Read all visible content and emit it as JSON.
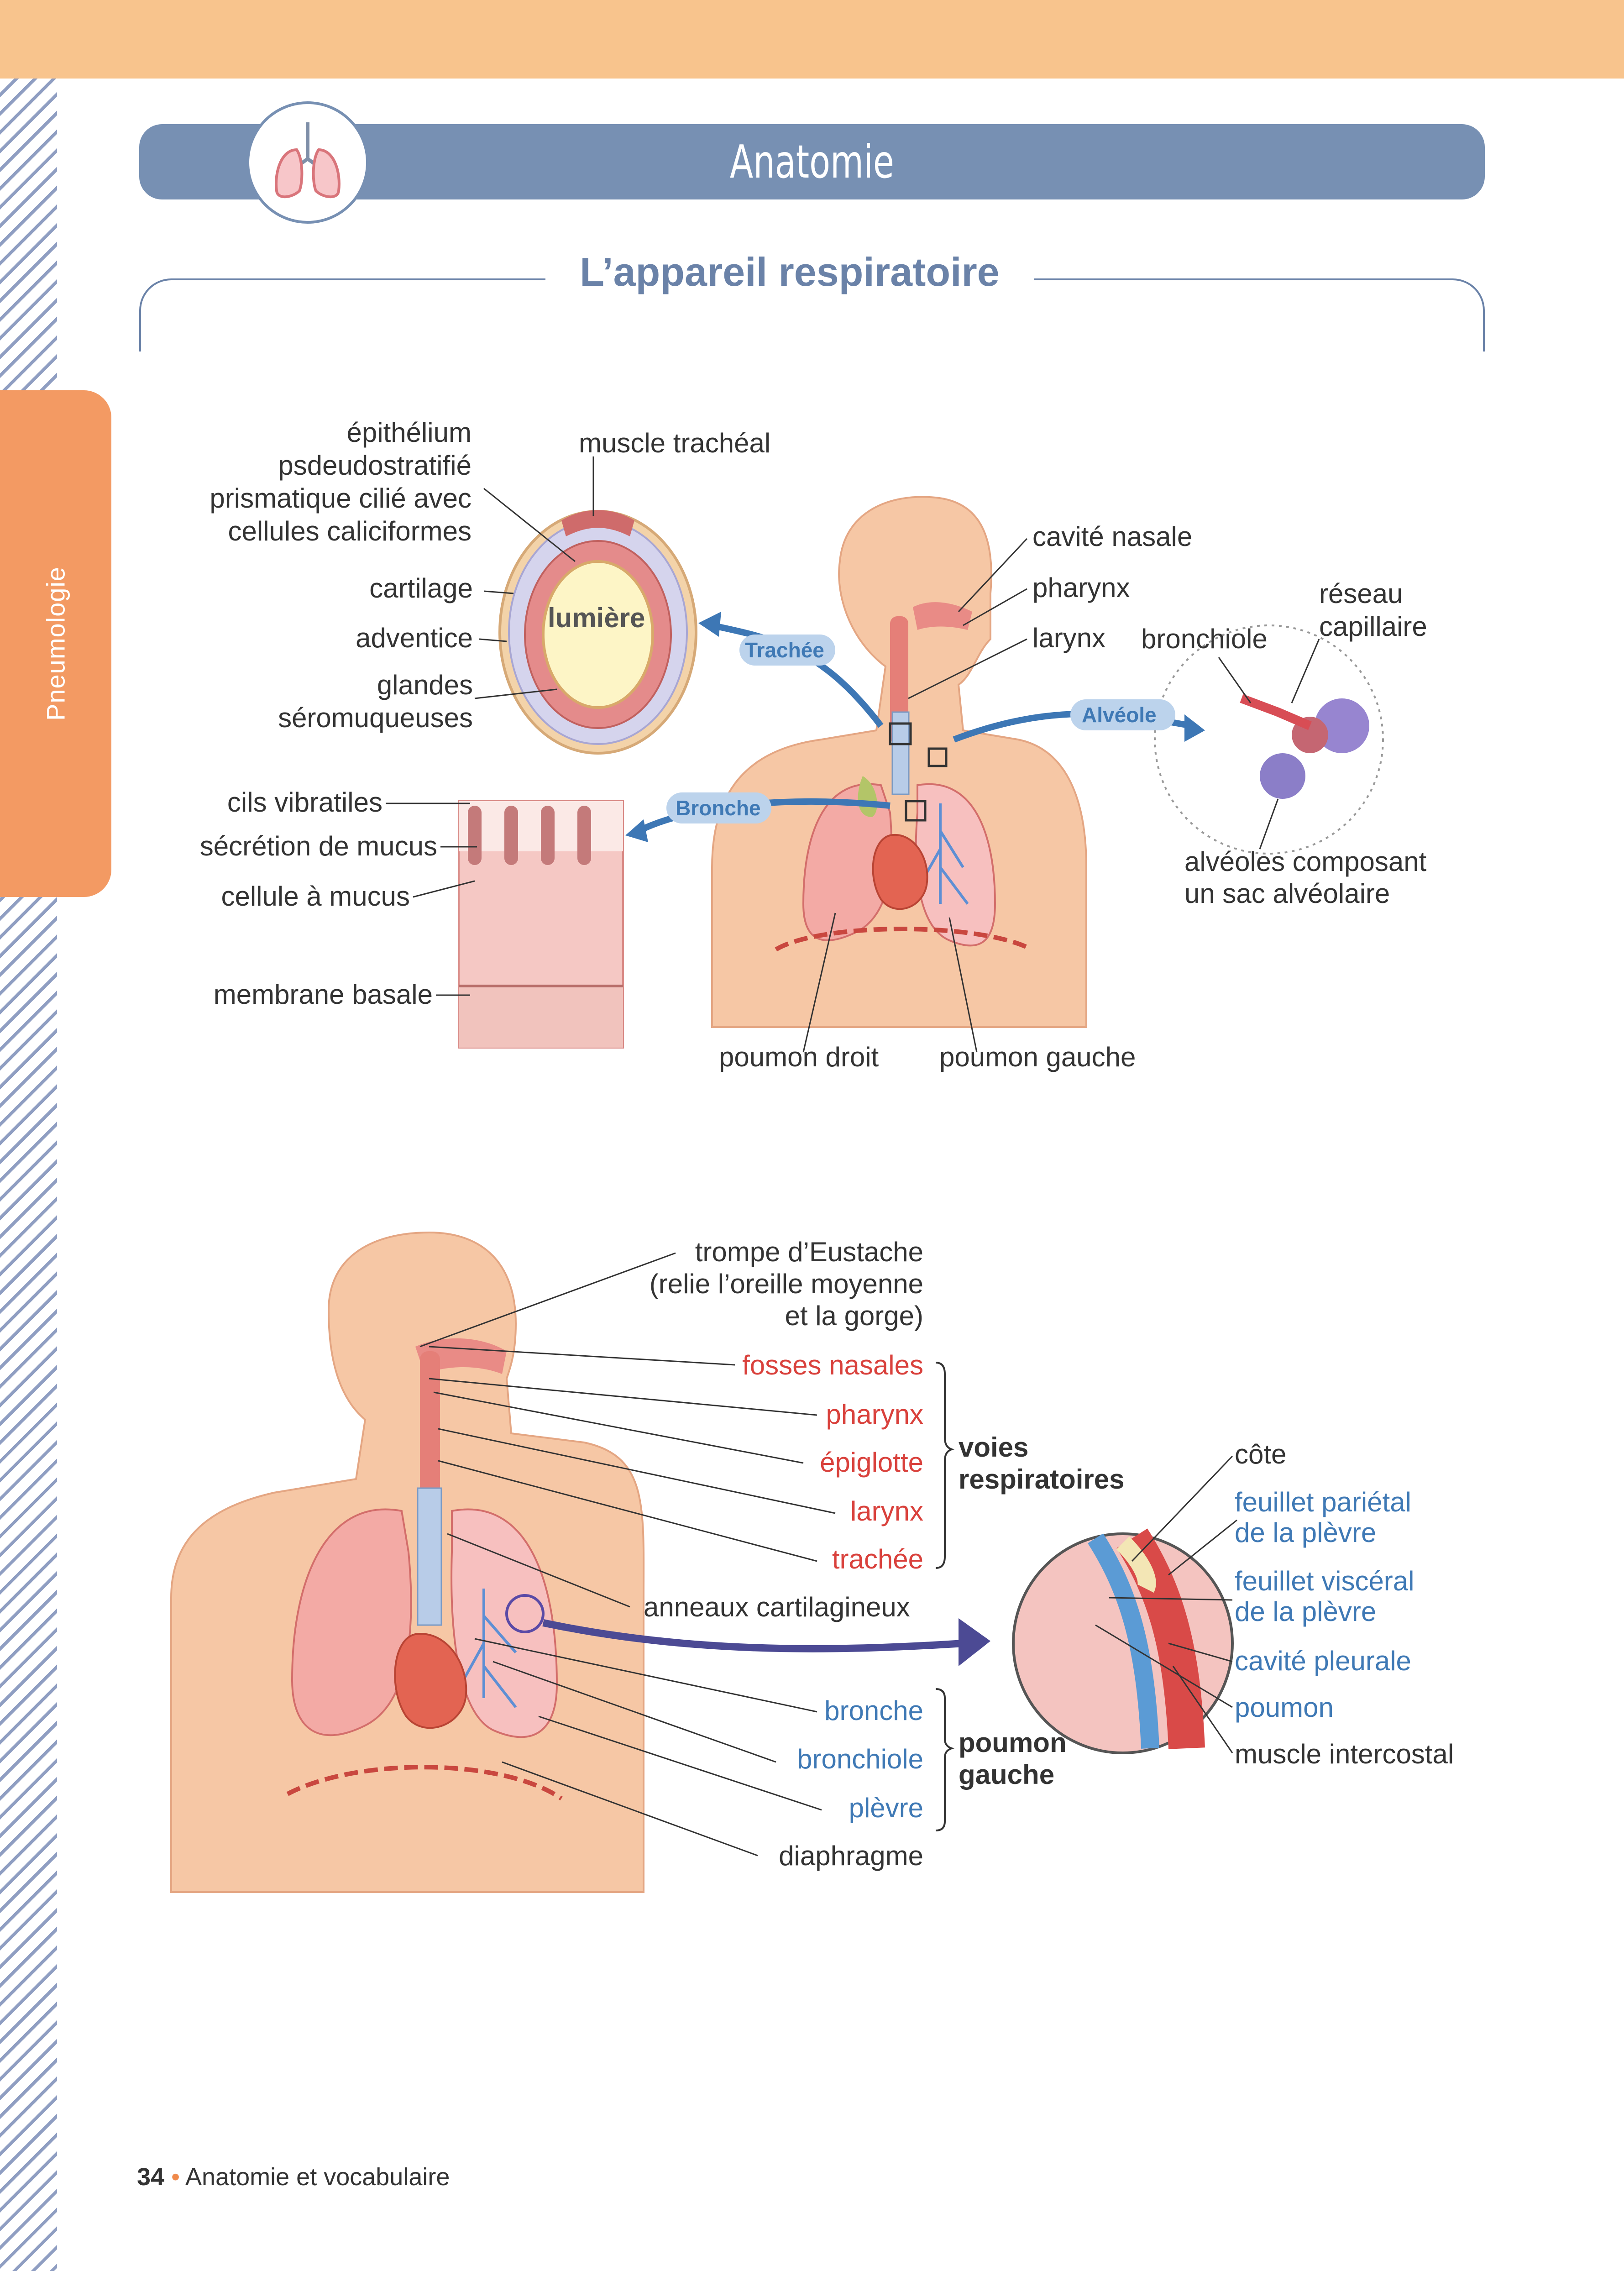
{
  "chapter": "Pneumologie",
  "banner_title": "Anatomie",
  "section_title": "L’appareil respiratoire",
  "diagram1": {
    "trachea": {
      "epithelium_l1": "épithélium",
      "epithelium_l2": "psdeudostratifié",
      "epithelium_l3": "prismatique cilié avec",
      "epithelium_l4": "cellules caliciformes",
      "muscle": "muscle trachéal",
      "cartilage": "cartilage",
      "adventice": "adventice",
      "lumiere": "lumière",
      "glandes_l1": "glandes",
      "glandes_l2": "séromuqueuses"
    },
    "tags": {
      "trachee": "Trachée",
      "bronche": "Bronche",
      "alveole": "Alvéole"
    },
    "body": {
      "cavite_nasale": "cavité nasale",
      "pharynx": "pharynx",
      "larynx": "larynx",
      "poumon_droit": "poumon droit",
      "poumon_gauche": "poumon gauche"
    },
    "alveoli": {
      "bronchiole": "bronchiole",
      "reseau_l1": "réseau",
      "reseau_l2": "capillaire",
      "sac_l1": "alvéoles composant",
      "sac_l2": "un sac alvéolaire"
    },
    "epithelium": {
      "cils": "cils vibratiles",
      "secretion": "sécrétion de mucus",
      "cellule": "cellule à mucus",
      "membrane": "membrane basale"
    }
  },
  "diagram2": {
    "trompe_l1": "trompe d’Eustache",
    "trompe_l2": "(relie l’oreille moyenne",
    "trompe_l3": "et la gorge)",
    "fosses_nasales": "fosses nasales",
    "pharynx": "pharynx",
    "epiglotte": "épiglotte",
    "larynx": "larynx",
    "trachee": "trachée",
    "voies_l1": "voies",
    "voies_l2": "respiratoires",
    "anneaux": "anneaux cartilagineux",
    "bronche": "bronche",
    "bronchiole": "bronchiole",
    "plevre": "plèvre",
    "poumon_l1": "poumon",
    "poumon_l2": "gauche",
    "diaphragme": "diaphragme",
    "cote": "côte",
    "parietal_l1": "feuillet pariétal",
    "parietal_l2": "de la plèvre",
    "visceral_l1": "feuillet viscéral",
    "visceral_l2": "de la plèvre",
    "cavite_pleurale": "cavité pleurale",
    "poumon": "poumon",
    "muscle_intercostal": "muscle intercostal"
  },
  "footer": {
    "page": "34",
    "separator": "•",
    "text": "Anatomie et vocabulaire"
  },
  "colors": {
    "accent": "#7790b3",
    "orange": "#f39a63",
    "label_red": "#d9413c",
    "label_blue": "#3f79b5"
  }
}
